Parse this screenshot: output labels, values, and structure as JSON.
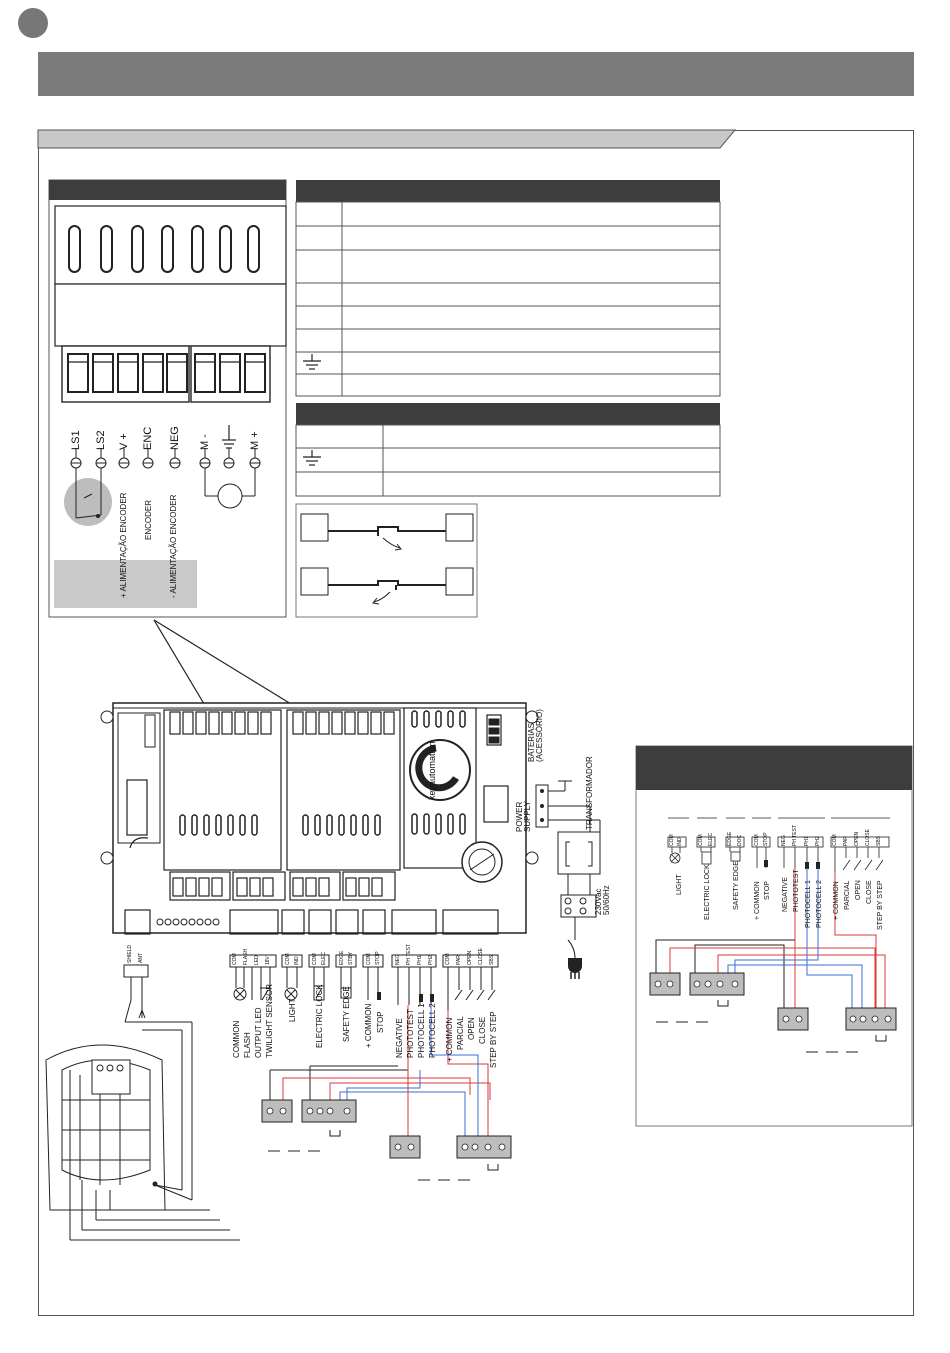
{
  "connector_labels": [
    "LS1",
    "LS2",
    "V +",
    "ENC",
    "NEG",
    "M -",
    "M +"
  ],
  "encoder_notes": [
    "+ ALIMENTAÇÃO ENCODER",
    "ENCODER",
    "- ALIMENTAÇÃO ENCODER"
  ],
  "board": {
    "batteries": "BATERIAS (ACESSÓRIO)",
    "power_supply": "POWER SUPPLY",
    "transformer": "TRANSFORMADOR",
    "mains": "230Vac 50/60Hz",
    "logo": "keyautomation"
  },
  "terminals": {
    "antenna": [
      "SHIELD",
      "ANT"
    ],
    "flash": [
      "COM",
      "FLASH",
      "LED",
      "18V"
    ],
    "light": [
      "COM",
      "IND"
    ],
    "elock": [
      "COM",
      "ELEC"
    ],
    "edge": [
      "EDGE",
      "STBY"
    ],
    "stop": [
      "COM",
      "STOP"
    ],
    "photo": [
      "NEG",
      "PH TEST",
      "PH1",
      "PH2"
    ],
    "commands": [
      "COM",
      "PAR",
      "OPEN",
      "CLOSE",
      "SBS"
    ]
  },
  "wiring_labels": {
    "flash_group": [
      "COMMON",
      "FLASH",
      "OUTPUT LED",
      "TWILIGHT SENSOR"
    ],
    "light": "LIGHT",
    "elock": "ELECTRIC LOCK",
    "edge": "SAFETY EDGE",
    "stop": [
      "+ COMMON",
      "STOP"
    ],
    "photo": [
      "NEGATIVE",
      "PHOTOTEST",
      "PHOTOCELL 1",
      "PHOTOCELL 2"
    ],
    "commands": [
      "+ COMMON",
      "PARCIAL",
      "OPEN",
      "CLOSE",
      "STEP BY STEP"
    ]
  },
  "inset_terminals": [
    "COM",
    "IND",
    "COM",
    "ELEC",
    "EDGE",
    "DOC",
    "COM",
    "STOP",
    "NEG",
    "PH TEST",
    "PH1",
    "PH2",
    "COM",
    "PAR",
    "OPEN",
    "CLOSE",
    "SBS"
  ],
  "inset_labels": [
    "LIGHT",
    "ELECTRIC LOCK",
    "SAFETY EDGE",
    "+ COMMON",
    "STOP",
    "NEGATIVE",
    "PHOTOTEST",
    "PHOTOCELL 1",
    "PHOTOCELL 2",
    "+ COMMON",
    "PARCIAL",
    "OPEN",
    "CLOSE",
    "STEP BY STEP"
  ],
  "colors": {
    "header_gray": "#3d3d3d",
    "banner_gray": "#7a7a7a",
    "wire_red": "#d83a3a",
    "wire_blue": "#3a6fd8",
    "box_gray": "#bdbdbd"
  }
}
